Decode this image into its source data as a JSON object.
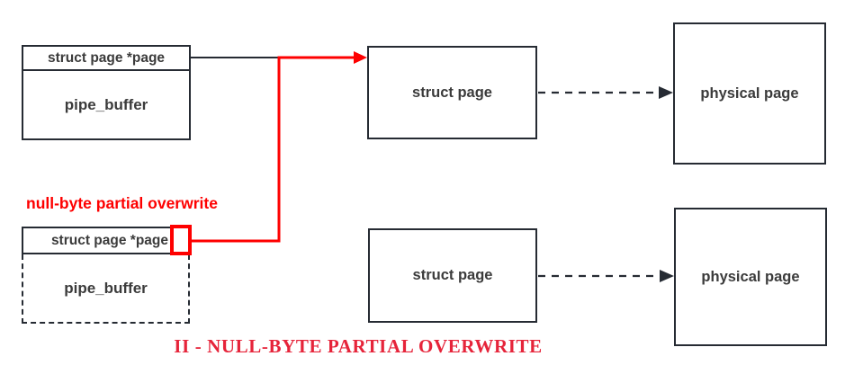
{
  "diagram": {
    "title": "II - NULL-BYTE PARTIAL OVERWRITE",
    "annotation": "null-byte partial overwrite",
    "colors": {
      "accent_red": "#fe0000",
      "title_red": "#e6243a",
      "line_dark": "#262b33",
      "background": "#ffffff"
    },
    "top_row": {
      "pipe_buffer_box": {
        "pointer_label": "struct page *page",
        "body_label": "pipe_buffer"
      },
      "struct_page_label": "struct page",
      "physical_page_label": "physical page"
    },
    "bottom_row": {
      "pipe_buffer_box": {
        "pointer_label": "struct page *page",
        "body_label": "pipe_buffer"
      },
      "struct_page_label": "struct page",
      "physical_page_label": "physical page"
    }
  }
}
